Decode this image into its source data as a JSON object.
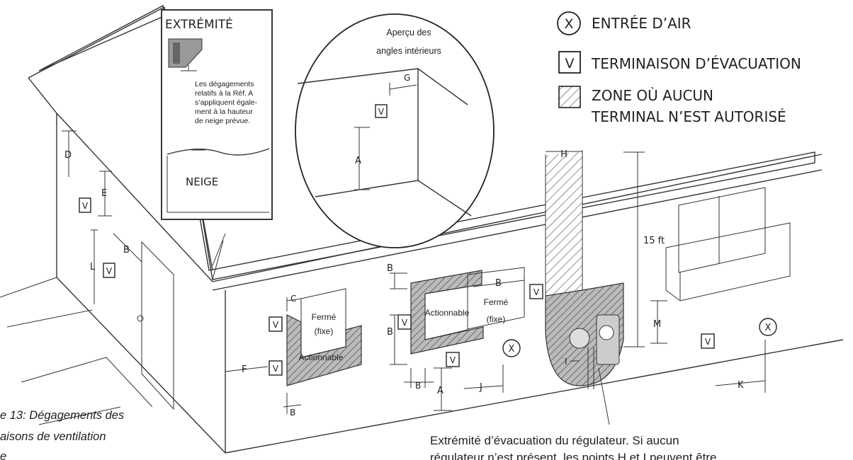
{
  "legend": {
    "x_symbol": "X",
    "x_label": "ENTRÉE D’AIR",
    "v_symbol": "V",
    "v_label": "TERMINAISON D’ÉVACUATION",
    "zone_line1": "ZONE OÙ AUCUN",
    "zone_line2": "TERMINAL N’EST AUTORISÉ"
  },
  "inset_end": {
    "title": "EXTRÉMITÉ",
    "note_lines": [
      "Les dégagements",
      "relatifs à la Réf. A",
      "s’appliquent égale-",
      "ment à la hauteur",
      "de neige prévue."
    ],
    "snow": "NEIGE"
  },
  "inset_corner": {
    "title_lines": [
      "Aperçu des",
      "angles intérieurs"
    ]
  },
  "letters": {
    "A": "A",
    "B": "B",
    "C": "C",
    "D": "D",
    "E": "E",
    "F": "F",
    "G": "G",
    "H": "H",
    "I": "I",
    "J": "J",
    "K": "K",
    "L": "L",
    "M": "M"
  },
  "window_labels": {
    "closed_line1": "Fermé",
    "closed_line2": "(fixe)",
    "operable": "Actionnable"
  },
  "height_15": "15 ft",
  "caption_left": [
    "e 13: Dégagements des",
    "aisons de ventilation",
    "e"
  ],
  "caption_bottom": [
    "Extrémité d’évacuation du régulateur. Si aucun",
    "régulateur n’est présent, les points H et I peuvent être"
  ],
  "symbols": {
    "v": "V",
    "x": "X"
  }
}
